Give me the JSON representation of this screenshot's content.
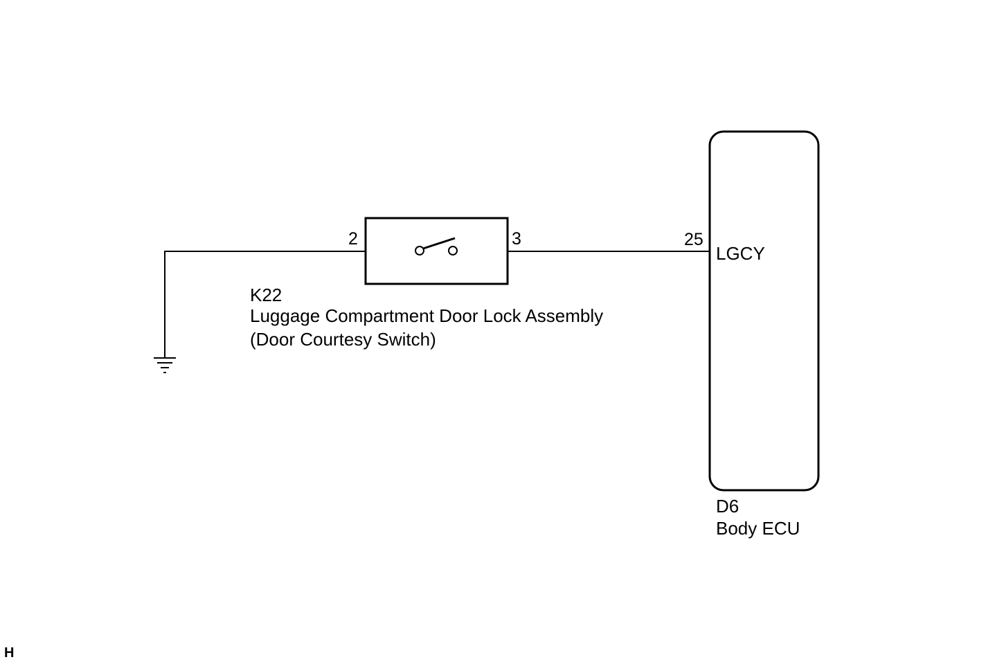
{
  "switch_component": {
    "code": "K22",
    "name": "Luggage Compartment Door Lock Assembly",
    "subname": "(Door Courtesy Switch)",
    "pin_left": "2",
    "pin_right": "3"
  },
  "ecu_component": {
    "code": "D6",
    "name": "Body ECU",
    "pin": "25",
    "terminal": "LGCY"
  },
  "corner_mark": "H",
  "colors": {
    "line": "#000000",
    "background": "#ffffff"
  }
}
